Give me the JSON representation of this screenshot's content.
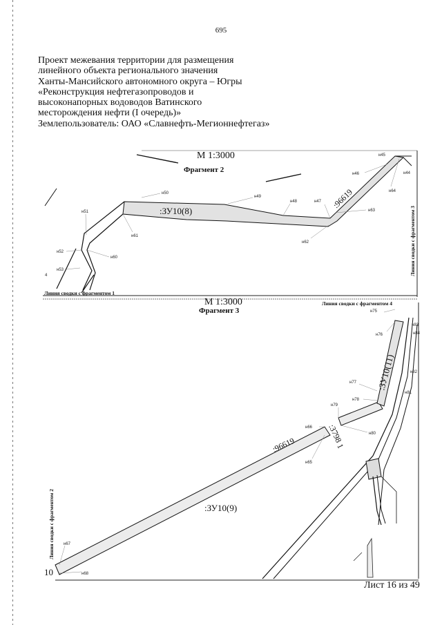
{
  "page_number": "695",
  "heading_lines": [
    "Проект межевания территории для размещения",
    "линейного объекта регионального значения",
    "Ханты-Мансийского автономного округа – Югры",
    "«Реконструкция нефтегазопроводов и",
    "высоконапорных водоводов Ватинского",
    "месторождения нефти (I очередь)»",
    "Землепользователь: ОАО «Славнефть-Мегионнефтегаз»"
  ],
  "fragment2": {
    "scale": "М 1:3000",
    "title": "Фрагмент 2",
    "plot_label": ":ЗУ10(8)",
    "cadastral": ":96619",
    "junction_left": "Линия сводки с фрагментом 1",
    "junction_right": "Линия сводки с фрагментом 3",
    "edge_number": "4",
    "points": {
      "n45": "н45",
      "n44": "н44",
      "n46": "н46",
      "n64": "н64",
      "n50": "н50",
      "n49": "н49",
      "n48": "н48",
      "n47": "н47",
      "n63": "н63",
      "n51": "н51",
      "n61": "н61",
      "n62": "н62",
      "n52": "н52",
      "n60": "н60",
      "n53": "н53"
    }
  },
  "fragment3": {
    "scale": "М 1:3000",
    "title": "Фрагмент 3",
    "plot_label_main": ":ЗУ10(9)",
    "plot_label_upper": ":ЗУ10(11)",
    "cadastral_a": ":96619",
    "cadastral_b": ":3798",
    "cadastral_b_tail": "1",
    "junction_top_right": "Линия сводки с фрагментом 4",
    "junction_left": "Линия сводки с фрагментом 2",
    "edge_number": "10",
    "points": {
      "n75": "н75",
      "n76": "н76",
      "n77": "н77",
      "n78": "н78",
      "n79": "н79",
      "n80": "н80",
      "n66": "н66",
      "n65": "н65",
      "n67": "н67",
      "n68": "н68",
      "n81": "н81",
      "n82": "н82",
      "n83": "н83",
      "n84": "н84"
    }
  },
  "sheet_label": "Лист 16 из 49"
}
